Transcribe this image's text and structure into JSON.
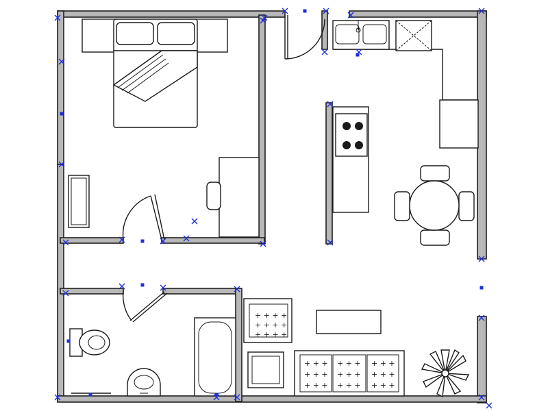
{
  "canvas": {
    "background": "#ffffff",
    "line_color": "#1a1a1a",
    "wall_fill": "#b8b8b8",
    "selection_handle_color": "#1f2fd6"
  },
  "rooms": [
    "bedroom",
    "kitchen",
    "dining",
    "living",
    "bathroom"
  ],
  "fixtures": {
    "bedroom": [
      "double-bed",
      "desk",
      "desk-chair",
      "dresser",
      "swing-door"
    ],
    "kitchen": [
      "double-sink",
      "range-hood",
      "stove",
      "kitchen-island",
      "counter",
      "entry-door"
    ],
    "dining": [
      "round-table",
      "chair",
      "chair",
      "chair",
      "chair"
    ],
    "living": [
      "armchair",
      "coffee-table",
      "end-table",
      "three-seat-sofa",
      "potted-plant"
    ],
    "bathroom": [
      "toilet",
      "bathtub",
      "washbasin",
      "towel-bar",
      "swing-door"
    ]
  },
  "selection": {
    "handles": "x-markers and square markers on selected wall segments"
  }
}
